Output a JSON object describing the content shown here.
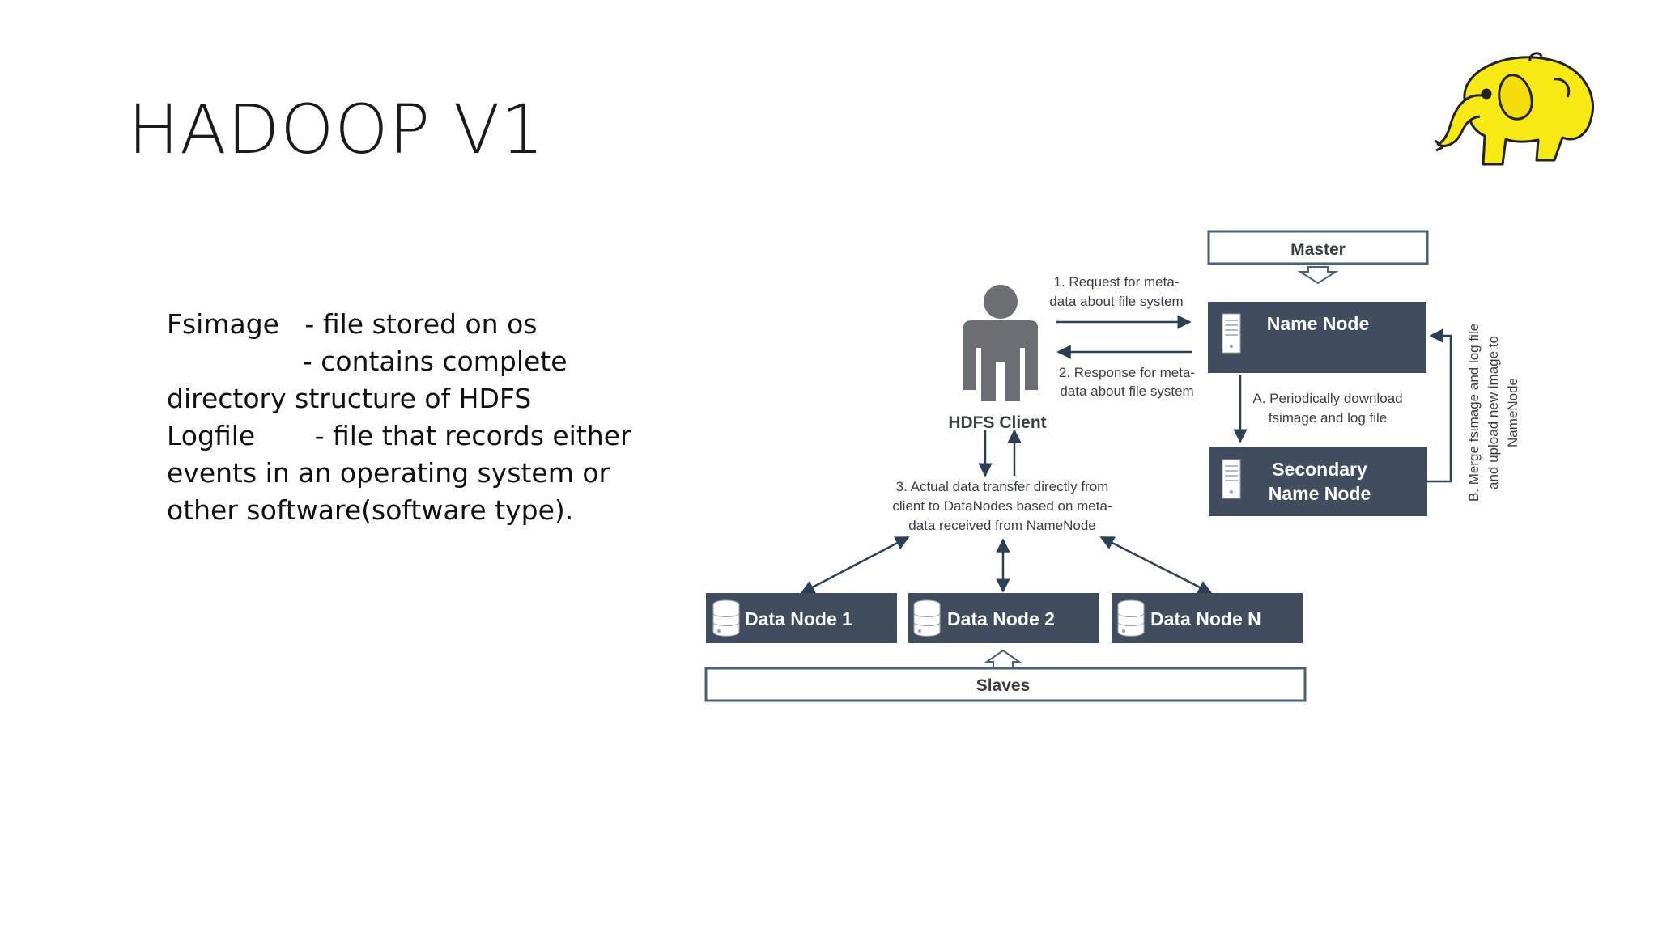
{
  "slide": {
    "title": "HADOOP V1",
    "body_lines": [
      "Fsimage   - file stored on os",
      "                - contains complete",
      "directory structure of HDFS",
      "Logfile       - file that records either",
      "events in an operating system or",
      "other software(software type)."
    ]
  },
  "diagram": {
    "master_label": "Master",
    "slaves_label": "Slaves",
    "client_label": "HDFS Client",
    "name_node_label": "Name Node",
    "secondary_name_node_lines": [
      "Secondary",
      "Name Node"
    ],
    "data_nodes": [
      "Data Node 1",
      "Data Node 2",
      "Data Node N"
    ],
    "step1_lines": [
      "1. Request for meta-",
      "data about file system"
    ],
    "step2_lines": [
      "2. Response for meta-",
      "data about file system"
    ],
    "step3_lines": [
      "3. Actual data transfer directly from",
      "client to DataNodes based on meta-",
      "data received from NameNode"
    ],
    "stepA_lines": [
      "A. Periodically download",
      "fsimage and log file"
    ],
    "stepB_lines": [
      "B. Merge fsimage and log file",
      "and upload new image to",
      "NameNode"
    ],
    "colors": {
      "node_fill": "#414d5f",
      "arrow": "#2b3f55",
      "frame_border": "#4a5f78",
      "label_text": "#3a3f45",
      "logo_yellow": "#f7e914"
    }
  }
}
